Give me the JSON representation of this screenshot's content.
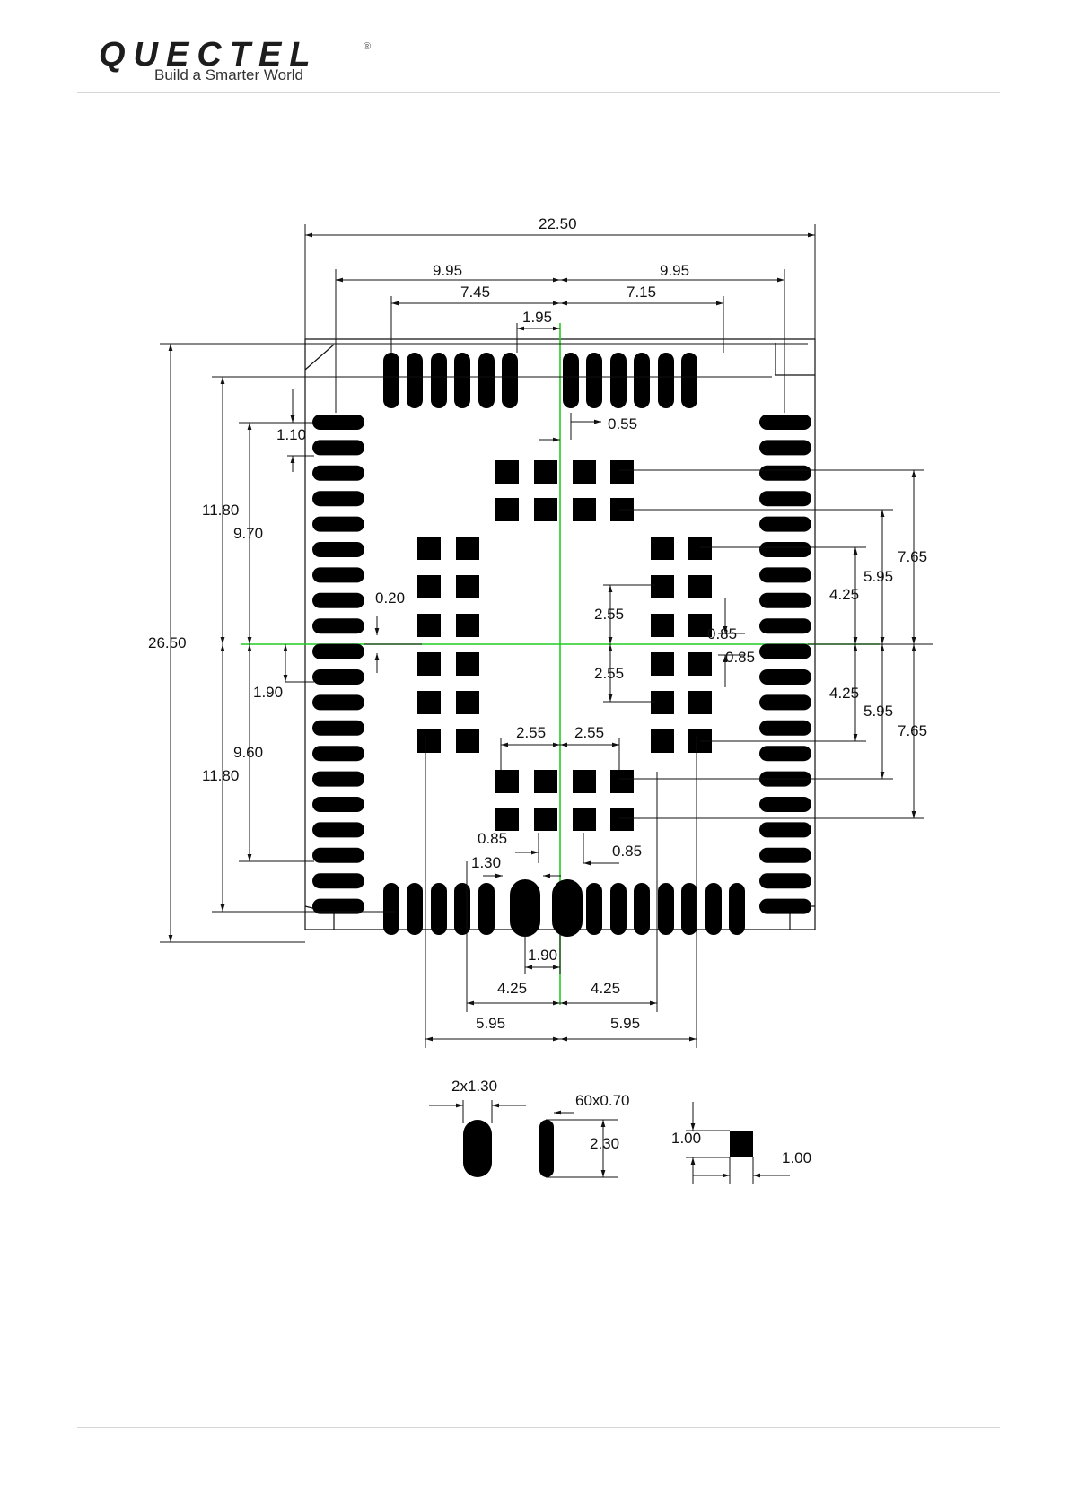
{
  "header": {
    "logo_text": "QUECTEL",
    "logo_reg": "®",
    "tagline": "Build a Smarter World"
  },
  "dims": {
    "overall_width": "22.50",
    "left_half": "9.95",
    "right_half": "9.95",
    "top_left_span": "7.45",
    "top_right_span": "7.15",
    "center_gap_top": "1.95",
    "pad_offset_top": "0.55",
    "overall_height": "26.50",
    "left_upper_outer": "11.80",
    "left_upper_inner": "9.70",
    "left_pitch": "1.10",
    "left_clearance": "0.20",
    "left_lower_offset": "1.90",
    "left_lower_inner": "9.60",
    "left_lower_outer": "11.80",
    "inner_up": "2.55",
    "inner_down": "2.55",
    "gnd_pitch_a": "0.85",
    "gnd_pitch_b": "0.85",
    "right_up_small": "4.25",
    "right_up_mid": "5.95",
    "right_up_big": "7.65",
    "right_down_small": "4.25",
    "right_down_mid": "5.95",
    "right_down_big": "7.65",
    "bottom_inner_left": "2.55",
    "bottom_inner_right": "2.55",
    "bottom_gap_a": "0.85",
    "bottom_gap_b": "0.85",
    "bottom_pad_w": "1.30",
    "bottom_center": "1.90",
    "bottom_left_425": "4.25",
    "bottom_right_425": "4.25",
    "bottom_left_595": "5.95",
    "bottom_right_595": "5.95"
  },
  "details": {
    "large_pad": "2x1.30",
    "small_pad": "60x0.70",
    "pad_length": "2.30",
    "square_height": "1.00",
    "square_width": "1.00"
  },
  "colors": {
    "ink": "#111111",
    "centerline": "#22cc22",
    "rule": "#d7d7d7"
  }
}
